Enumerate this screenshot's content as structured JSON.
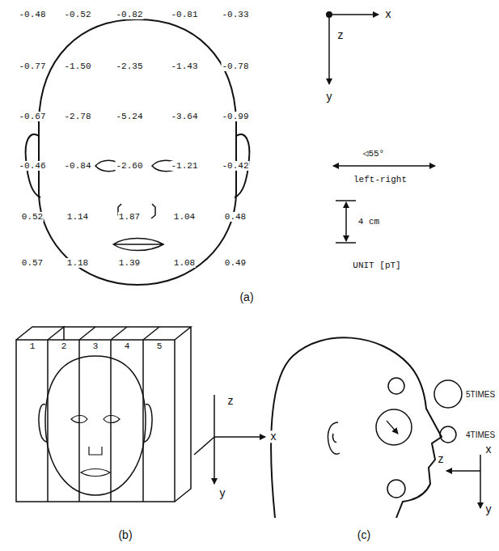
{
  "diagram": {
    "labels": [
      "-0.48",
      "-0.52",
      "-0.82",
      "-0.81",
      "-0.33",
      "-0.77",
      "-1.50",
      "-2.35",
      "-1.43",
      "-0.78",
      "-0.67",
      "-2.78",
      "-5.24",
      "-3.64",
      "-0.99",
      "-0.46",
      "-0.84",
      "-2.60",
      "-1.21",
      "-0.42",
      "0.52",
      "1.14",
      "1.87",
      "1.04",
      "0.48",
      "0.57",
      "1.18",
      "1.39",
      "1.08",
      "0.49",
      "x",
      "z",
      "y",
      "◁55°",
      "left-right",
      "4 cm",
      "UNIT [pT]",
      "(a)",
      "1",
      "2",
      "3",
      "4",
      "5",
      "z",
      "x",
      "y",
      "(b)",
      "x",
      "z",
      "y",
      "(c)"
    ],
    "legend": [
      {
        "text": "5TIMES"
      },
      {
        "text": "4TIMES"
      }
    ]
  }
}
